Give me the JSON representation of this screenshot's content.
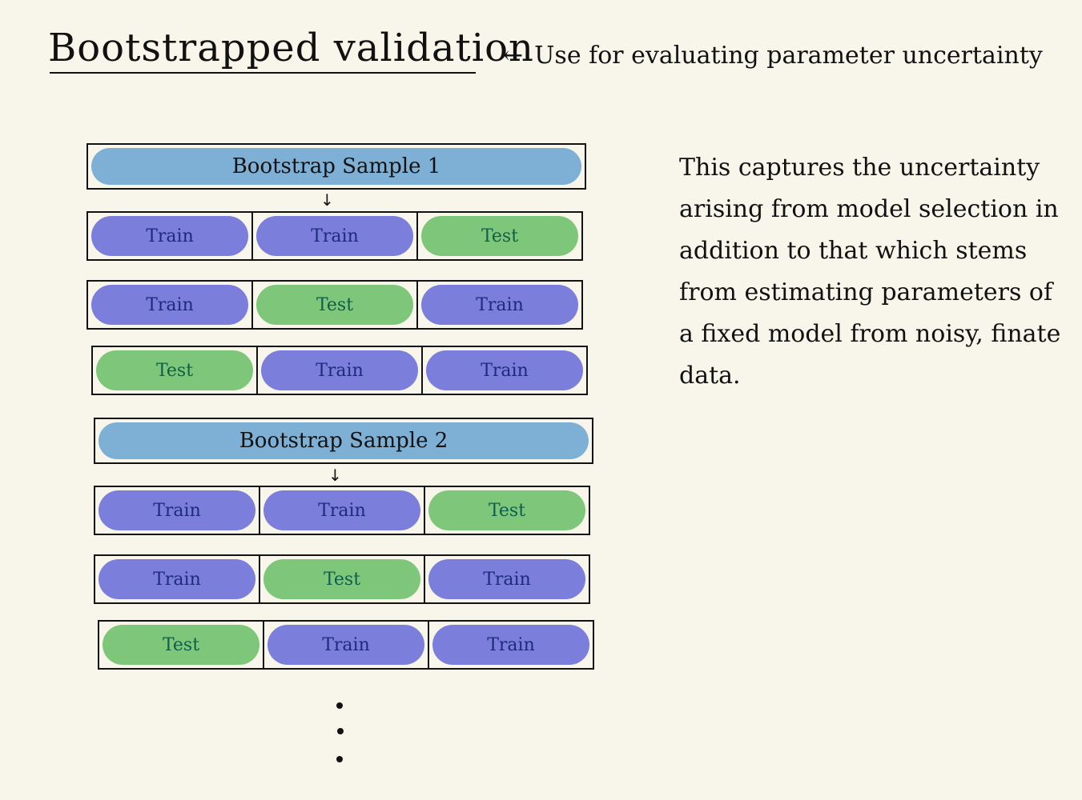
{
  "title": "Bootstrapped validation",
  "annotation": {
    "arrow": "←",
    "text": "Use for evaluating parameter uncertainty"
  },
  "explanation": "This captures the uncertainty arising from model selection in addition to that which stems from estimating parameters of a fixed model from noisy, finate data.",
  "samples": [
    {
      "label": "Bootstrap Sample 1",
      "folds": [
        [
          "Train",
          "Train",
          "Test"
        ],
        [
          "Train",
          "Test",
          "Train"
        ],
        [
          "Test",
          "Train",
          "Train"
        ]
      ]
    },
    {
      "label": "Bootstrap Sample 2",
      "folds": [
        [
          "Train",
          "Train",
          "Test"
        ],
        [
          "Train",
          "Test",
          "Train"
        ],
        [
          "Test",
          "Train",
          "Train"
        ]
      ]
    }
  ],
  "continuation": "⋮",
  "colors": {
    "sample": "#7eb0d6",
    "train": "#7b7fdb",
    "test": "#7ec77a",
    "background": "#f8f6ea"
  }
}
